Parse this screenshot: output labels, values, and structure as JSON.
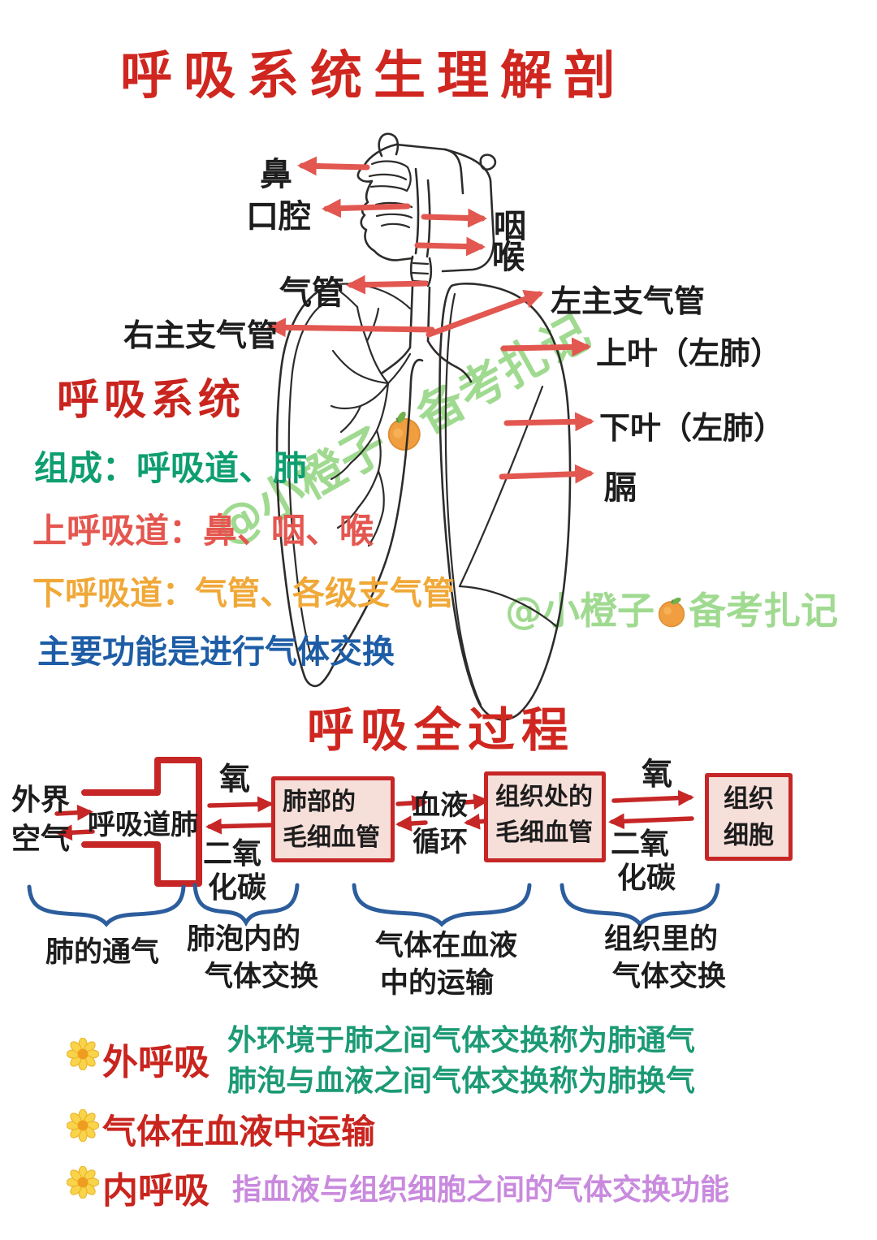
{
  "title": "呼吸系统生理解剖",
  "watermark": {
    "before": "@小橙子",
    "after": "备考扎记",
    "icon": "orange"
  },
  "anatomy": {
    "nose": "鼻",
    "oral_cavity": "口腔",
    "pharynx": "咽",
    "larynx": "喉",
    "trachea": "气管",
    "left_main_bronchus": "左主支气管",
    "right_main_bronchus": "右主支气管",
    "upper_lobe_left_lung": "上叶（左肺）",
    "lower_lobe_left_lung": "下叶（左肺）",
    "diaphragm": "膈"
  },
  "respiratory_system": {
    "heading": "呼吸系统",
    "composition": "组成：呼吸道、肺",
    "upper_airway": "上呼吸道：鼻、咽、喉",
    "lower_airway": "下呼吸道：气管、各级支气管",
    "main_function": "主要功能是进行气体交换"
  },
  "process": {
    "heading": "呼吸全过程",
    "nodes": {
      "outside_air_line1": "外界",
      "outside_air_line2": "空气",
      "airway_lung": "呼吸道肺",
      "lung_capillary_line1": "肺部的",
      "lung_capillary_line2": "毛细血管",
      "blood_circulation_line1": "血液",
      "blood_circulation_line2": "循环",
      "tissue_capillary_line1": "组织处的",
      "tissue_capillary_line2": "毛细血管",
      "tissue_cells_line1": "组织",
      "tissue_cells_line2": "细胞"
    },
    "gases": {
      "oxygen": "氧",
      "co2_line1": "二氧",
      "co2_line2": "化碳"
    },
    "stages": {
      "ventilation": "肺的通气",
      "alveolar_exchange_line1": "肺泡内的",
      "alveolar_exchange_line2": "气体交换",
      "blood_transport_line1": "气体在血液",
      "blood_transport_line2": "中的运输",
      "tissue_exchange_line1": "组织里的",
      "tissue_exchange_line2": "气体交换"
    }
  },
  "notes": {
    "external_respiration": {
      "icon": "flower",
      "label": "外呼吸",
      "desc_line1": "外环境于肺之间气体交换称为肺通气",
      "desc_line2": "肺泡与血液之间气体交换称为肺换气"
    },
    "gas_transport": {
      "icon": "flower",
      "label": "气体在血液中运输"
    },
    "internal_respiration": {
      "icon": "flower",
      "label": "内呼吸",
      "desc": "指血液与组织细胞之间的气体交换功能"
    }
  },
  "colors": {
    "title_red": "#cf2720",
    "heading_red": "#c9241e",
    "arrow_red": "#e25750",
    "box_red": "#c62626",
    "box_fill": "#f6ded9",
    "teal": "#0e9e70",
    "note_green": "#1b9a74",
    "pink_red": "#e4564f",
    "orange": "#f0a838",
    "blue": "#1e5da6",
    "brace_blue": "#2c5d9d",
    "watermark_green": "#90d47e",
    "purple": "#c98ade"
  }
}
